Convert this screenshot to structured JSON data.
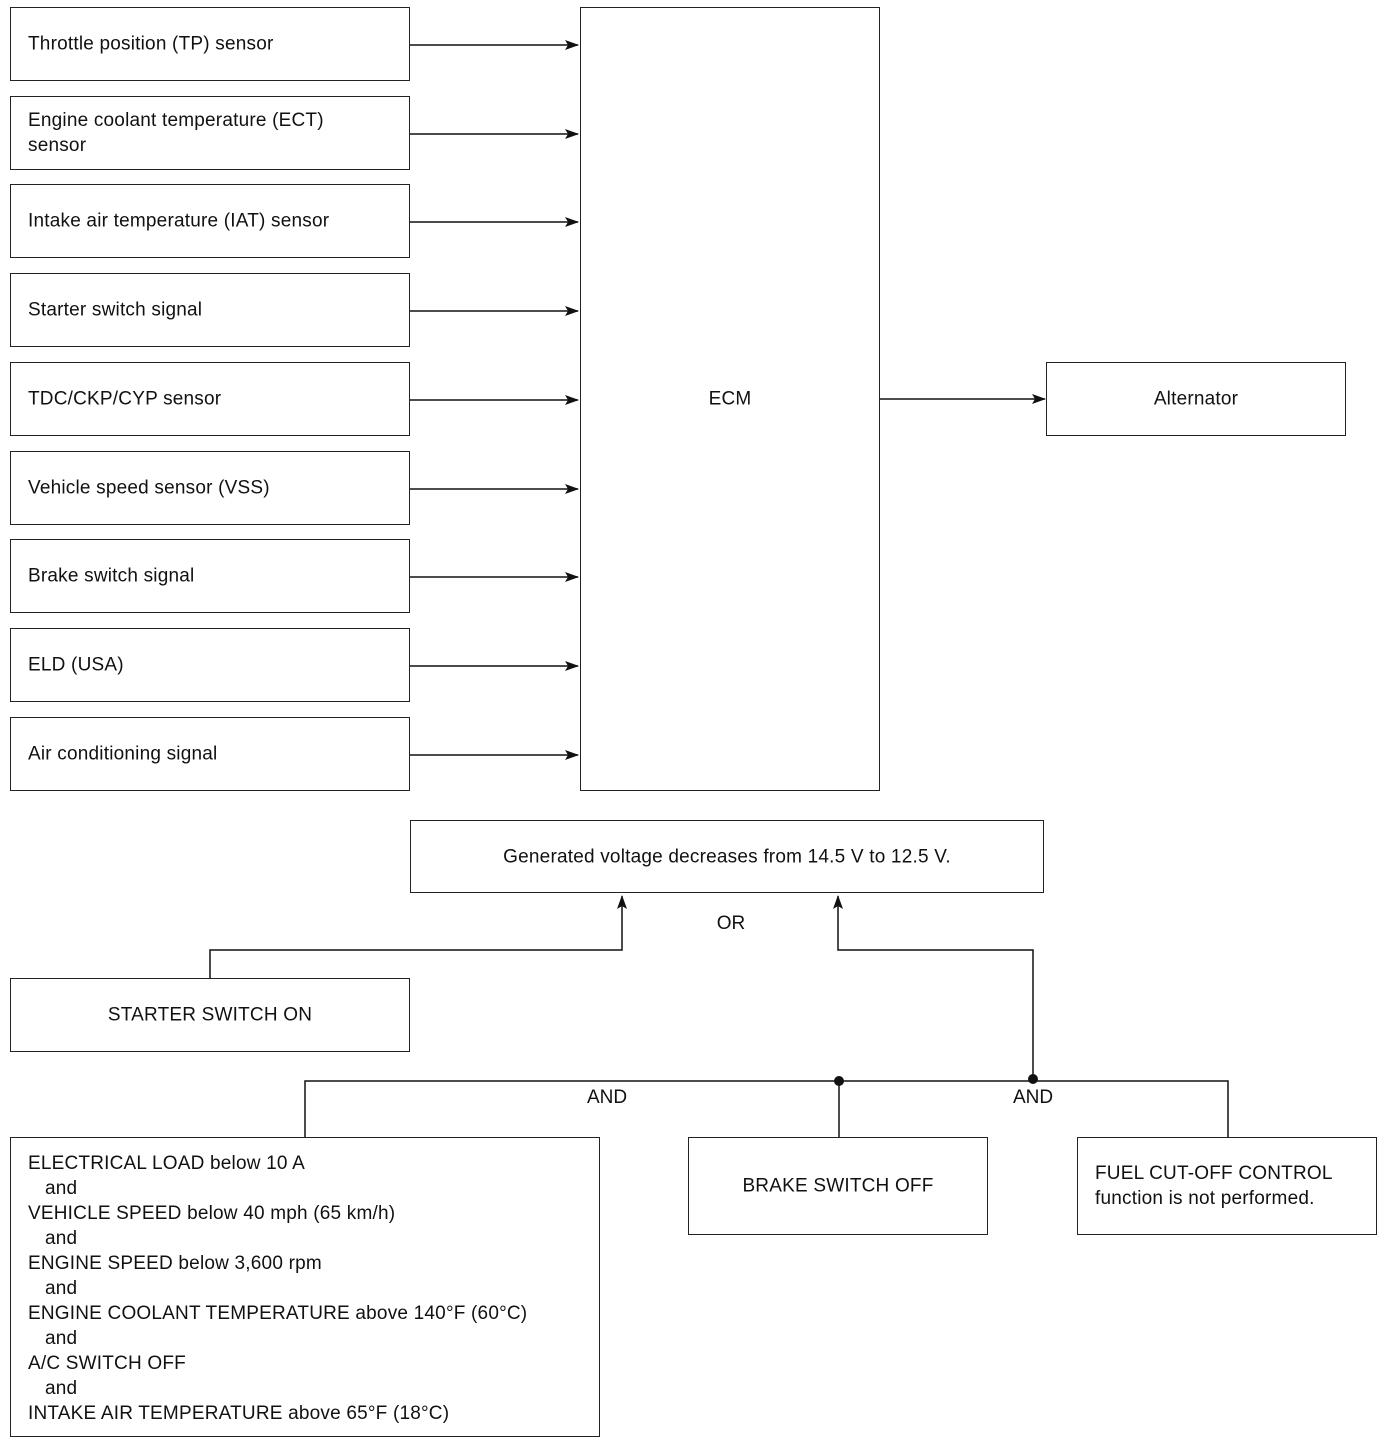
{
  "inputs": [
    {
      "id": "tp",
      "label": "Throttle position (TP) sensor"
    },
    {
      "id": "ect",
      "label": "Engine coolant temperature (ECT)\nsensor"
    },
    {
      "id": "iat",
      "label": "Intake air temperature (IAT) sensor"
    },
    {
      "id": "starter",
      "label": "Starter switch signal"
    },
    {
      "id": "tdc",
      "label": "TDC/CKP/CYP sensor"
    },
    {
      "id": "vss",
      "label": "Vehicle speed sensor (VSS)"
    },
    {
      "id": "brake",
      "label": "Brake switch signal"
    },
    {
      "id": "eld",
      "label": "ELD (USA)"
    },
    {
      "id": "ac",
      "label": "Air conditioning signal"
    }
  ],
  "ecm": {
    "label": "ECM"
  },
  "output": {
    "label": "Alternator"
  },
  "result": {
    "label": "Generated voltage decreases from 14.5 V to 12.5 V."
  },
  "logic": {
    "or_label": "OR",
    "and_label_1": "AND",
    "and_label_2": "AND"
  },
  "starter_on": {
    "label": "STARTER SWITCH ON"
  },
  "conditions": {
    "lines": [
      {
        "text": "ELECTRICAL LOAD below 10 A",
        "indent": false
      },
      {
        "text": "and",
        "indent": true
      },
      {
        "text": "VEHICLE SPEED below 40 mph (65 km/h)",
        "indent": false
      },
      {
        "text": "and",
        "indent": true
      },
      {
        "text": "ENGINE SPEED below 3,600 rpm",
        "indent": false
      },
      {
        "text": "and",
        "indent": true
      },
      {
        "text": "ENGINE COOLANT TEMPERATURE above 140°F (60°C)",
        "indent": false
      },
      {
        "text": "and",
        "indent": true
      },
      {
        "text": "A/C SWITCH OFF",
        "indent": false
      },
      {
        "text": "and",
        "indent": true
      },
      {
        "text": "INTAKE AIR TEMPERATURE above 65°F (18°C)",
        "indent": false
      }
    ]
  },
  "brake_off": {
    "label": "BRAKE SWITCH OFF"
  },
  "fuel_cut": {
    "label": "FUEL CUT-OFF CONTROL\nfunction is not performed."
  }
}
